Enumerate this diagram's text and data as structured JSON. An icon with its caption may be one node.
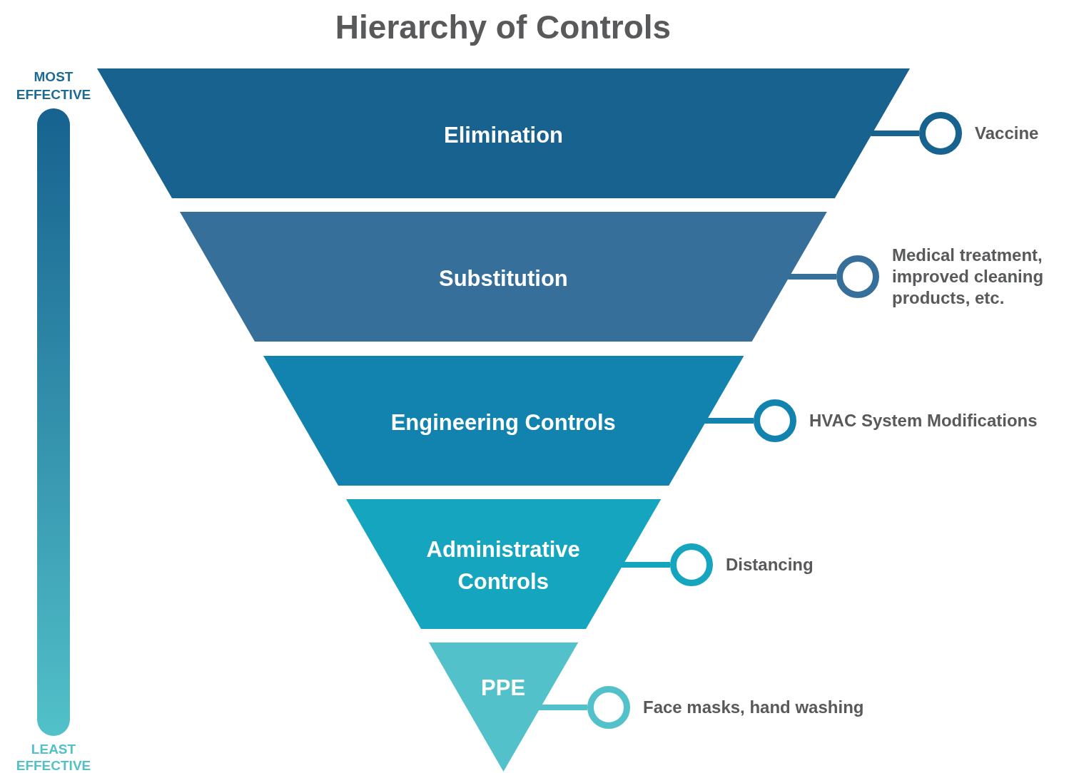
{
  "diagram": {
    "title": "Hierarchy of Controls",
    "nodes": [
      {
        "text": [
          "Elimination"
        ]
      },
      {
        "text": [
          "Substitution"
        ]
      },
      {
        "text": [
          "Engineering Controls"
        ]
      },
      {
        "text": [
          "Administrative Controls"
        ]
      },
      {
        "text": [
          "PPE"
        ]
      },
      {
        "text": [],
        "shape": "circle",
        "beside": [
          "Vaccine"
        ]
      },
      {
        "text": [],
        "shape": "circle",
        "beside": [
          "Medical treatment, improved cleaning products, etc."
        ]
      },
      {
        "text": [],
        "shape": "circle",
        "beside": [
          "HVAC System Modifications"
        ]
      },
      {
        "text": [],
        "shape": "circle",
        "beside": [
          "Distancing"
        ]
      },
      {
        "text": [],
        "shape": "circle",
        "beside": [
          "Face masks, hand washing"
        ]
      },
      {
        "text": [],
        "shape": "bar",
        "beside": [
          "MOST EFFECTIVE",
          "LEAST EFFECTIVE"
        ]
      }
    ],
    "edges": [
      {
        "from": 0,
        "to": 5,
        "arrow": "none",
        "color": "#17628f"
      },
      {
        "from": 1,
        "to": 6,
        "arrow": "none",
        "color": "#366f9a"
      },
      {
        "from": 2,
        "to": 7,
        "arrow": "none",
        "color": "#1283ae"
      },
      {
        "from": 3,
        "to": 8,
        "arrow": "none",
        "color": "#16a5bf"
      },
      {
        "from": 4,
        "to": 9,
        "arrow": "none",
        "color": "#52c1c9"
      }
    ]
  }
}
